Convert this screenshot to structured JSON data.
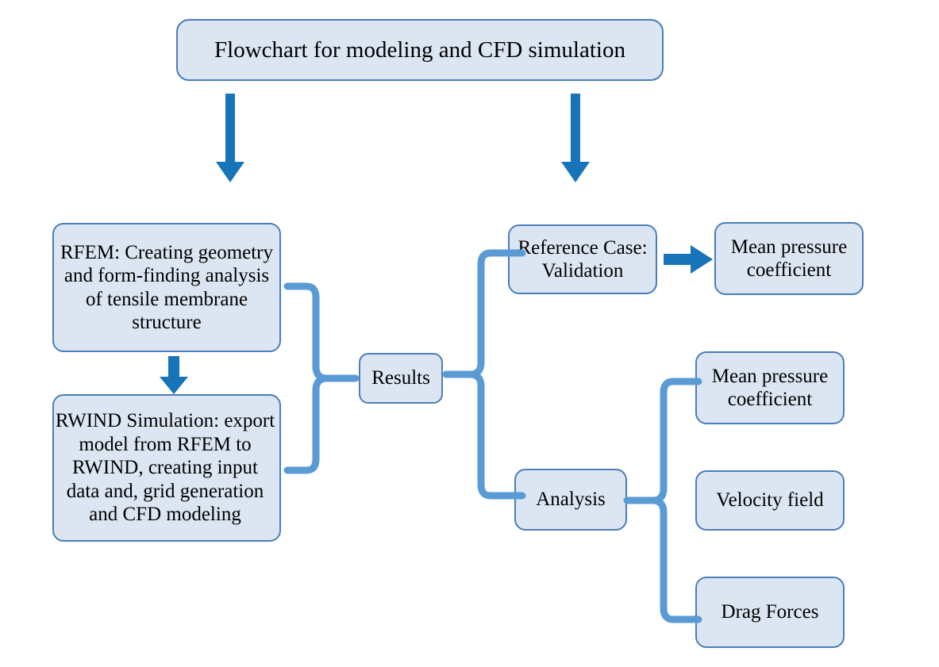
{
  "diagram": {
    "title": "Flowchart for modeling and CFD simulation",
    "background_color": "#ffffff",
    "node_fill_color": "#dce6f2",
    "node_border_color": "#4a7ebb",
    "arrow_color": "#1874b8",
    "brace_color": "#5b9bd5",
    "text_color": "#000000"
  },
  "nodes": {
    "title": "Flowchart for modeling and CFD simulation",
    "rfem": "RFEM: Creating geometry\nand form-finding analysis\nof tensile membrane\nstructure",
    "rwind": "RWIND Simulation: export\nmodel from RFEM to\nRWIND, creating input\ndata and, grid generation\nand CFD modeling",
    "results": "Results",
    "reference_case": "Reference Case:\nValidation",
    "mean_pressure_coefficient_validation": "Mean pressure\ncoefficient",
    "analysis": "Analysis",
    "mean_pressure_coefficient_analysis": "Mean pressure\ncoefficient",
    "velocity_field": "Velocity field",
    "drag_forces": "Drag Forces"
  },
  "connectors": [
    {
      "name": "title-to-rfem-arrow",
      "kind": "arrow",
      "direction": "down"
    },
    {
      "name": "title-to-results-arrow",
      "kind": "arrow",
      "direction": "down"
    },
    {
      "name": "rfem-to-rwind-arrow",
      "kind": "arrow",
      "direction": "down"
    },
    {
      "name": "refcase-to-meanpressure-arrow",
      "kind": "arrow",
      "direction": "right"
    },
    {
      "name": "rfem-rwind-to-results-brace",
      "kind": "brace",
      "direction": "right"
    },
    {
      "name": "results-to-branches-brace",
      "kind": "brace",
      "direction": "left"
    },
    {
      "name": "analysis-to-outputs-brace",
      "kind": "brace",
      "direction": "left"
    }
  ]
}
